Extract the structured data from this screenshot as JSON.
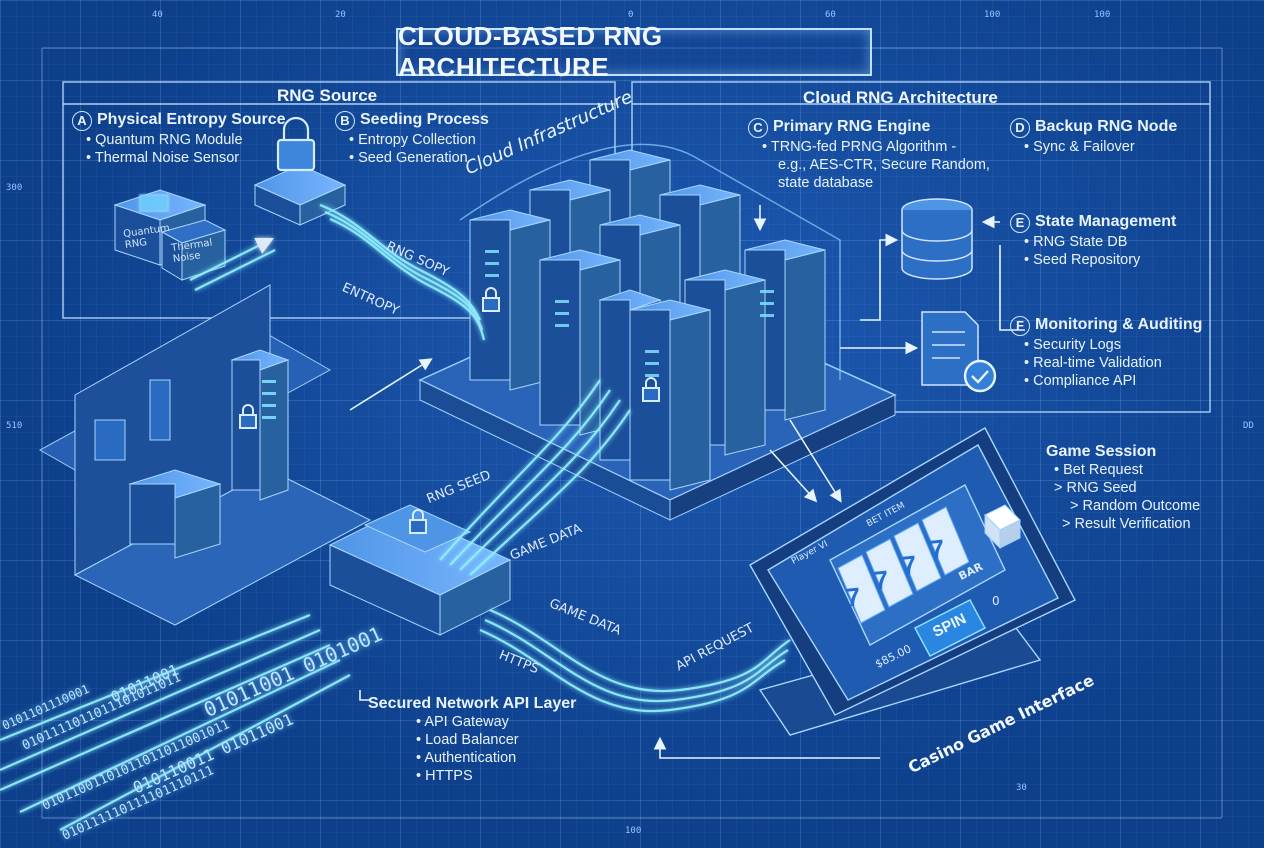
{
  "title": "CLOUD-BASED RNG ARCHITECTURE",
  "rulers": {
    "top": [
      "40",
      "20",
      "0",
      "60",
      "100",
      "100"
    ],
    "left": [
      "300",
      "510"
    ],
    "right": [
      "DD"
    ],
    "bottom": [
      "100",
      "30"
    ]
  },
  "rng_source": {
    "title": "RNG Source",
    "a": {
      "badge": "A",
      "title": "Physical Entropy Source",
      "items": [
        "Quantum RNG Module",
        "Thermal Noise Sensor"
      ]
    },
    "b": {
      "badge": "B",
      "title": "Seeding Process",
      "items": [
        "Entropy Collection",
        "Seed Generation"
      ]
    },
    "device_labels": [
      "Quantum RNG",
      "Thermal Noise"
    ]
  },
  "cloud": {
    "panel_title": "Cloud RNG Architecture",
    "infra_label": "Cloud Infrastructure",
    "c": {
      "badge": "C",
      "title": "Primary RNG Engine",
      "lines": [
        "TRNG-fed PRNG Algorithm -",
        "e.g., AES-CTR, Secure Random,",
        "state database"
      ]
    },
    "d": {
      "badge": "D",
      "title": "Backup RNG Node",
      "items": [
        "Sync & Failover"
      ]
    },
    "e": {
      "badge": "E",
      "title": "State Management",
      "items": [
        "RNG State DB",
        "Seed Repository"
      ]
    },
    "f": {
      "badge": "F",
      "title": "Monitoring & Auditing",
      "items": [
        "Security Logs",
        "Real-time Validation",
        "Compliance API"
      ]
    }
  },
  "flows": {
    "rng_sopy": "RNG SOPY",
    "entropy": "ENTROPY",
    "rng_seed": "RNG SEED",
    "game_data_1": "GAME DATA",
    "game_data_2": "GAME DATA",
    "https": "HTTPS",
    "api_request": "API REQUEST"
  },
  "network": {
    "title": "Secured Network API Layer",
    "items": [
      "API Gateway",
      "Load Balancer",
      "Authentication",
      "HTTPS"
    ]
  },
  "game_session": {
    "title": "Game Session",
    "steps": [
      "Bet Request",
      "> RNG Seed",
      "> Random Outcome",
      "> Result Verification"
    ]
  },
  "casino": {
    "label": "Casino Game Interface",
    "player": "Player VI",
    "bet_label": "BET ITEM",
    "spin": "SPIN",
    "amount": "$85.00",
    "reels": [
      "7",
      "7",
      "7",
      "7"
    ],
    "zero": "0",
    "badge_bar": "BAR"
  },
  "binary": [
    "01011001",
    "0101111011011101011011",
    "01011001 0101001",
    "010110011 01011001",
    "01011001101011011011001011",
    "010111110111101110111",
    "0101101110001"
  ],
  "colors": {
    "background": "#0d3f8a",
    "glow": "#7fd6ff",
    "line": "#bfe0ff"
  }
}
